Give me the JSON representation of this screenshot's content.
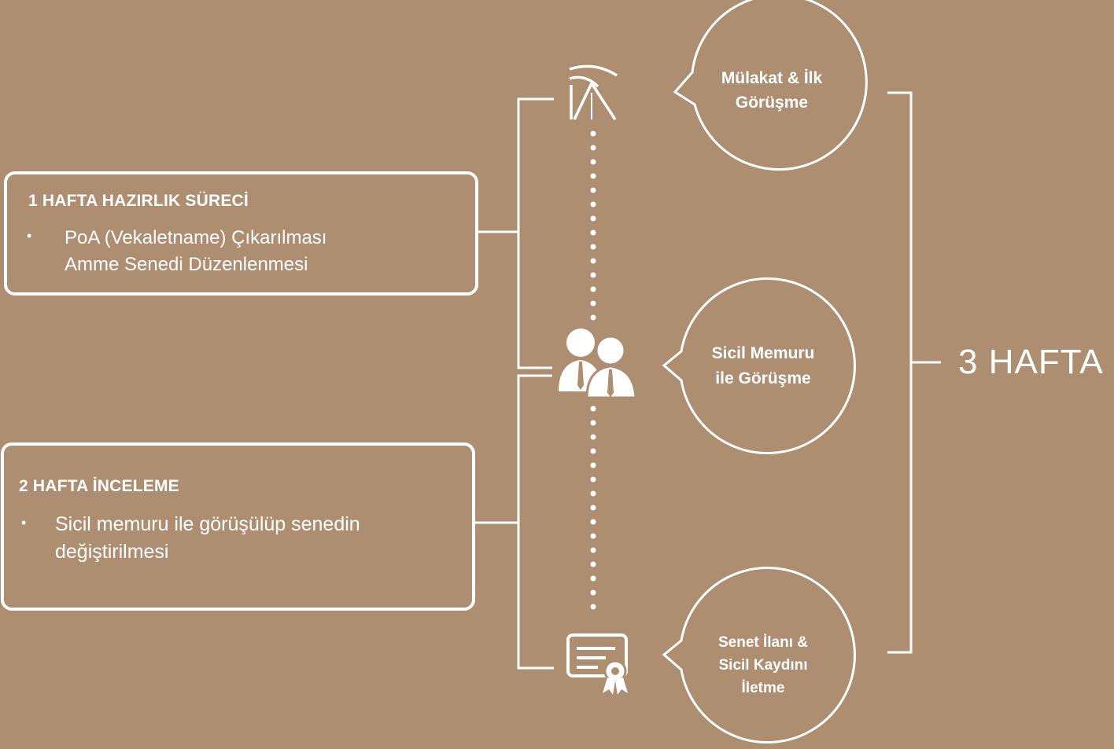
{
  "colors": {
    "background": "#ad8e71",
    "foreground": "#ffffff"
  },
  "left_boxes": [
    {
      "title": "1 HAFTA HAZIRLIK SÜRECİ",
      "bullet": "•",
      "lines": [
        "PoA (Vekaletname) Çıkarılması",
        "Amme Senedi Düzenlenmesi"
      ]
    },
    {
      "title": "2 HAFTA İNCELEME",
      "bullet": "•",
      "lines": [
        "Sicil memuru ile görüşülüp senedin",
        "değiştirilmesi"
      ]
    }
  ],
  "steps": [
    {
      "icon": "law-firm-logo-icon",
      "lines": [
        "Mülakat & İlk",
        "Görüşme"
      ]
    },
    {
      "icon": "people-meeting-icon",
      "lines": [
        "Sicil Memuru",
        "ile Görüşme"
      ]
    },
    {
      "icon": "certificate-icon",
      "lines": [
        "Senet İlanı &",
        "Sicil Kaydını",
        "İletme"
      ]
    }
  ],
  "total_label": "3 HAFTA"
}
